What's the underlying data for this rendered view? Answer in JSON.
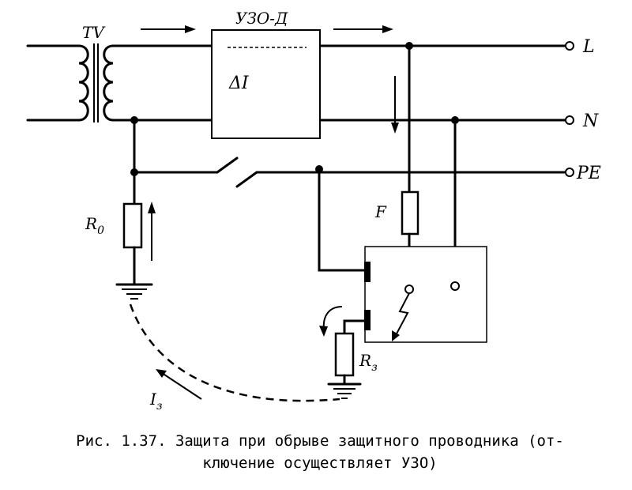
{
  "labels": {
    "transformer": "TV",
    "rcd_title": "УЗО-Д",
    "rcd_symbol": "ΔI",
    "terminal_l": "L",
    "terminal_n": "N",
    "terminal_pe": "PE",
    "fuse": "F",
    "r0_main": "R",
    "r0_sub": "0",
    "rz_main": "R",
    "rz_sub": "з",
    "iz_main": "I",
    "iz_sub": "з"
  },
  "caption": {
    "line1": "Рис. 1.37. Защита при обрыве защитного проводника (от-",
    "line2": "ключение осуществляет УЗО)"
  }
}
